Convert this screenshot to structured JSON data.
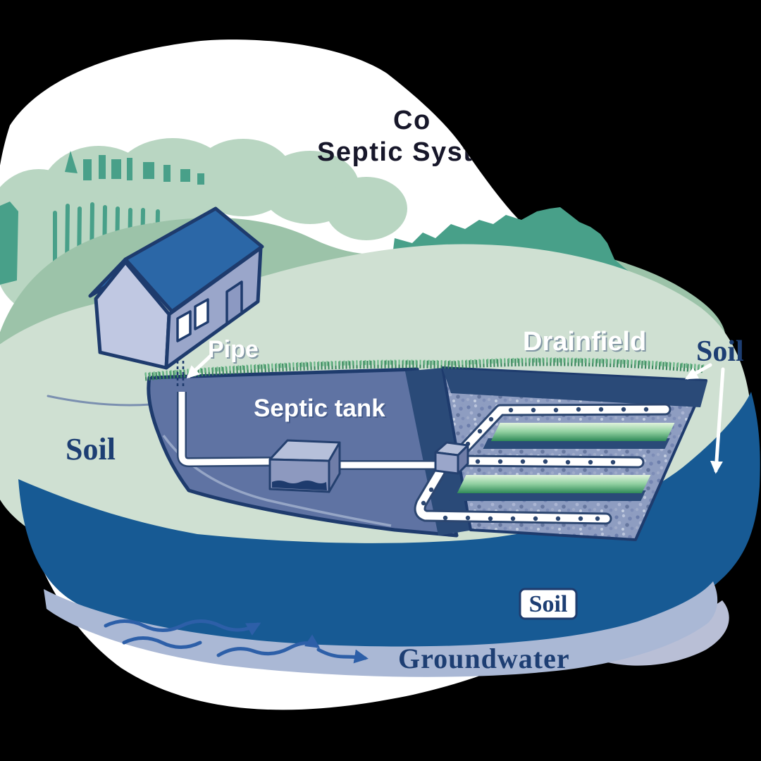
{
  "title": {
    "line1": "Co",
    "line2": "Septic Syst"
  },
  "labels": {
    "pipe": "Pipe",
    "septic_tank": "Septic tank",
    "drainfield": "Drainfield",
    "soil_surface_left": "Soil",
    "soil_surface_right": "Soil",
    "soil_deep": "Soil",
    "groundwater": "Groundwater"
  },
  "colors": {
    "background": "#000000",
    "backdrop": "#ffffff",
    "land": "#cfe0d2",
    "hill": "#9cc3a9",
    "tree_canopy": "#b9d6c2",
    "foliage_dark": "#48a089",
    "house_roof": "#2b67a7",
    "house_wall_front": "#c0c8e2",
    "house_wall_side": "#9aa6ca",
    "house_door": "#8c99c2",
    "outline_navy": "#1e3b6d",
    "excavation_fill": "#5f73a3",
    "gravel": "#8e9dc1",
    "deep_soil": "#175a94",
    "groundwater_band": "#aab8d5",
    "water_arrow": "#2d5fa8",
    "label_white": "#ffffff",
    "label_navy": "#1d3e73",
    "title_text": "#17172a",
    "grass_dark": "#35845a",
    "grass_light": "#6fbc8b",
    "shadow": "#b9bfd6"
  }
}
